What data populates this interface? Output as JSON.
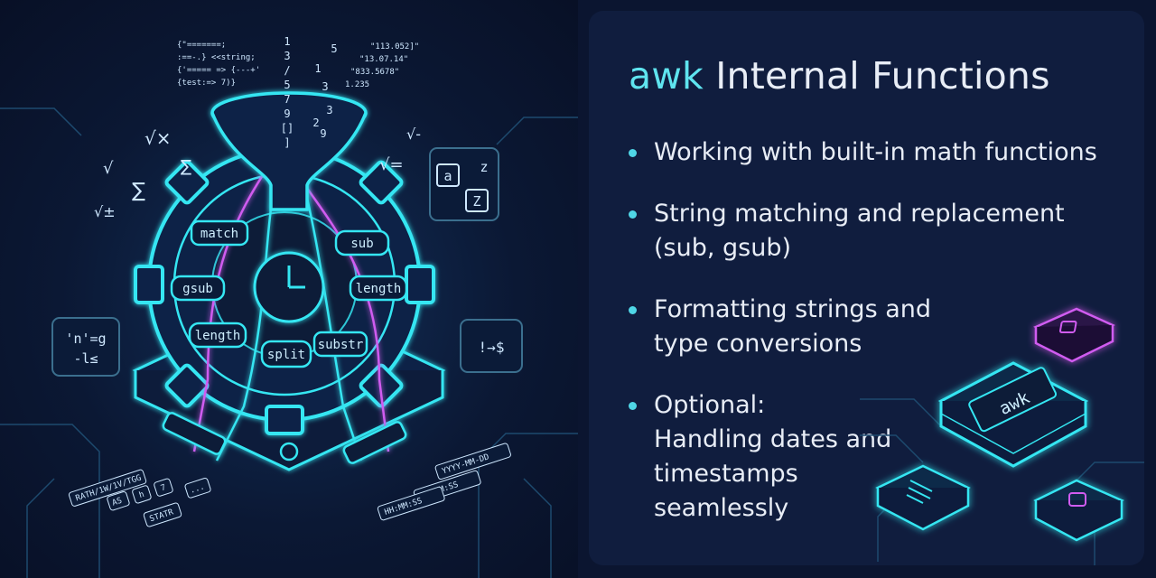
{
  "panel": {
    "title_accent": "awk",
    "title_rest": " Internal Functions",
    "bullets": [
      "Working with built-in math functions",
      "String matching and replacement\n(sub, gsub)",
      "Formatting strings and\ntype conversions",
      "Optional:\nHandling dates and\ntimestamps\nseamlessly"
    ]
  },
  "illustration": {
    "gear_labels": [
      "match",
      "sub",
      "gsub",
      "length",
      "length",
      "split",
      "substr"
    ],
    "chip_label": "awk",
    "code_snippets": [
      "{\"=======;",
      ":==-.} <<string;",
      "{'===== => {---+'",
      "{test:=> 7)}"
    ],
    "number_stream": [
      "1",
      "3",
      "/",
      "5",
      "7",
      "9",
      "[]",
      "]"
    ],
    "number_stream_b": [
      "5",
      "1",
      "3",
      "3",
      "2",
      "9"
    ],
    "quoted_values": [
      "\"113.052]\"",
      "\"13.07.14\"",
      "\"833.5678\"",
      "1.235"
    ],
    "output_labels": [
      "YYYY-MM-DD",
      "HH:MM:SS",
      "HH:MM:SS",
      "RATH/1W/1V/TGG",
      "AS",
      "h",
      "7",
      "...",
      "STATR"
    ],
    "side_icons": [
      "'n'=g",
      "-l≤",
      "!→$",
      "a",
      "z",
      "Z"
    ],
    "math_symbols": [
      "√×",
      "√",
      "∑",
      "∑",
      "√±",
      "√=",
      "√-"
    ]
  },
  "colors": {
    "background": "#0b1530",
    "panel": "#101d3e",
    "accent": "#5fe4ef",
    "text": "#e8edf6",
    "neon_cyan": "#35e6f2",
    "neon_magenta": "#d05cf0"
  }
}
